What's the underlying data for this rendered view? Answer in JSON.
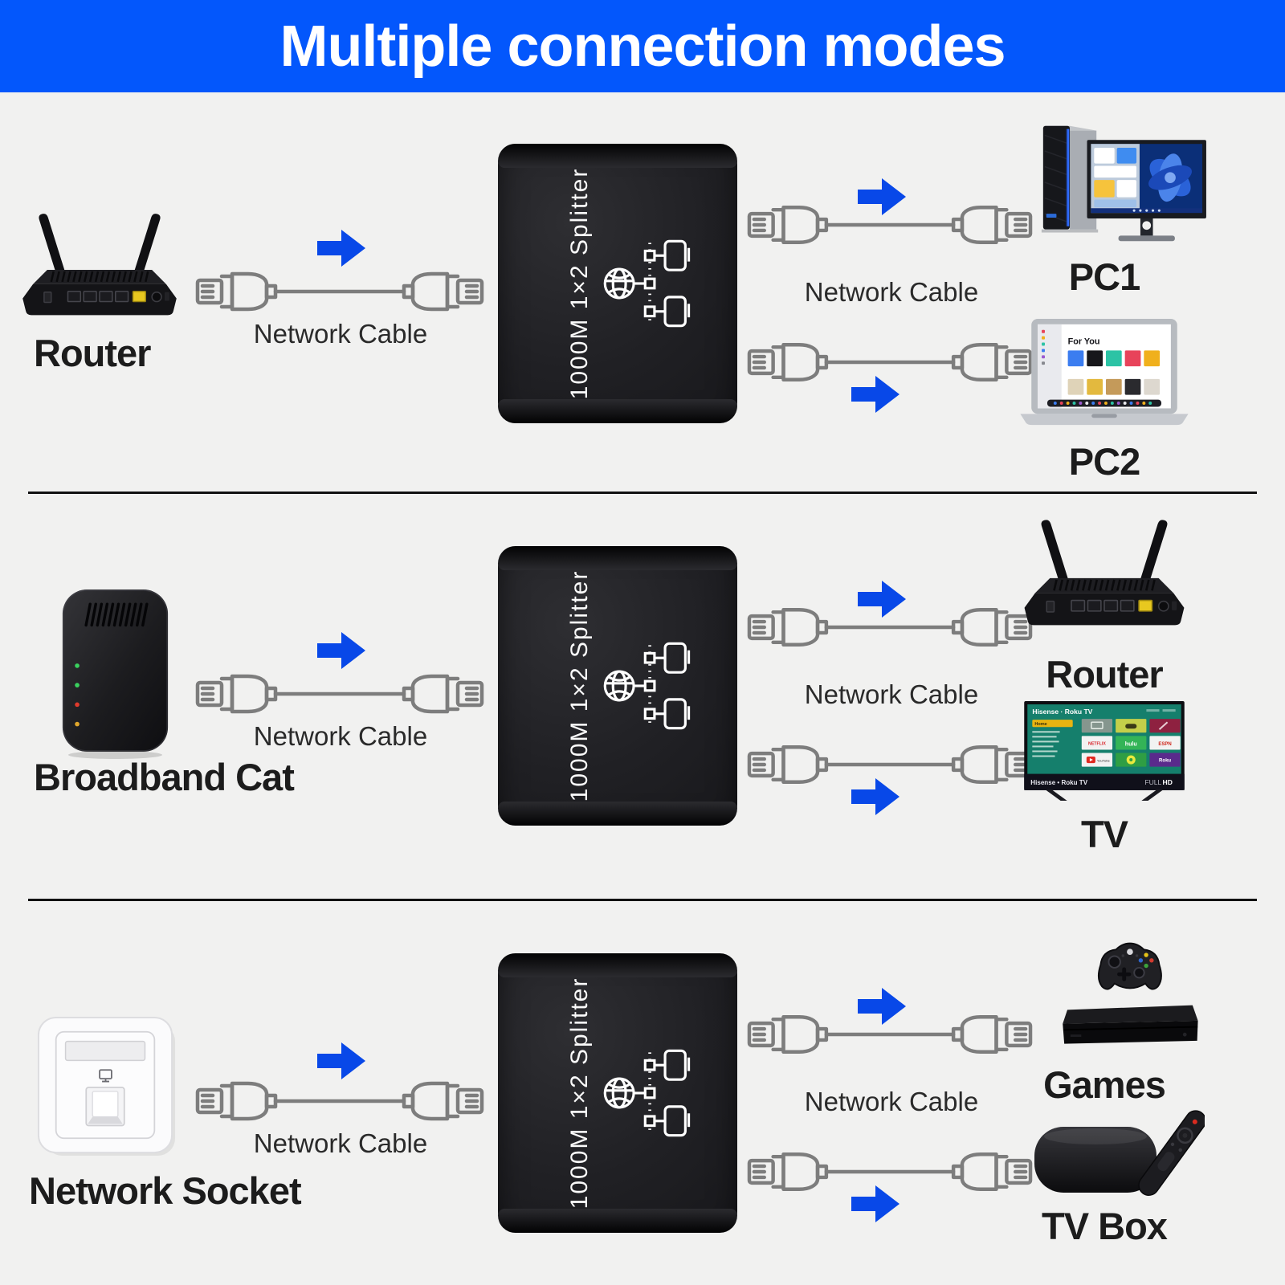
{
  "header": {
    "title": "Multiple connection modes"
  },
  "splitter_label": "1000M 1×2 Splitter",
  "cable_label": "Network Cable",
  "rows": [
    {
      "source": "Router",
      "output_top": "PC1",
      "output_bottom": "PC2"
    },
    {
      "source": "Broadband Cat",
      "output_top": "Router",
      "output_bottom": "TV"
    },
    {
      "source": "Network Socket",
      "output_top": "Games",
      "output_bottom": "TV Box"
    }
  ],
  "tv": {
    "screen_brand": "Hisense · Roku TV",
    "menu_highlight": "Home",
    "apps": [
      "NETFLIX",
      "hulu",
      "ESPN",
      "YouTube",
      "Roku"
    ],
    "bezel_left": "Hisense • Roku TV",
    "bezel_right_full": "FULL",
    "bezel_right_hd": "HD"
  },
  "laptop": {
    "screen_heading": "For You"
  },
  "colors": {
    "header_bg": "#0357fc",
    "arrow": "#0848e8",
    "background": "#f1f1f0",
    "cable_stroke": "#7d7d7d",
    "label_text": "#1c1c1c"
  }
}
